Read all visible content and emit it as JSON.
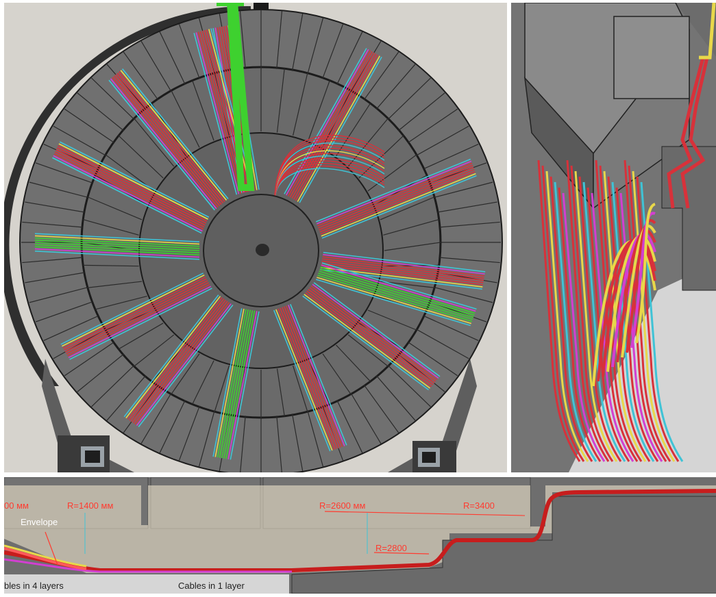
{
  "section": {
    "labels": {
      "r_cut": "00 мм",
      "r1400": "R=1400 мм",
      "r2600mm": "R=2600 мм",
      "r3400": "R=3400",
      "r2800": "R=2800",
      "envelope": "Envelope",
      "cables4": "bles in 4 layers",
      "cables1": "Cables in 1 layer"
    }
  },
  "colors": {
    "red_cable": "#d8313a",
    "green_cable": "#3ed12f",
    "cyan_cable": "#3fc3d6",
    "yellow_cable": "#e8d84a",
    "magenta_cable": "#d23fd1",
    "module_gray": "#6f6f6f",
    "envelope_beige": "#ece2cc",
    "label_red": "#ff3b30"
  },
  "icons": {
    "hub": "central-hub-icon",
    "support_left": "support-foot-icon",
    "support_right": "support-foot-icon"
  }
}
